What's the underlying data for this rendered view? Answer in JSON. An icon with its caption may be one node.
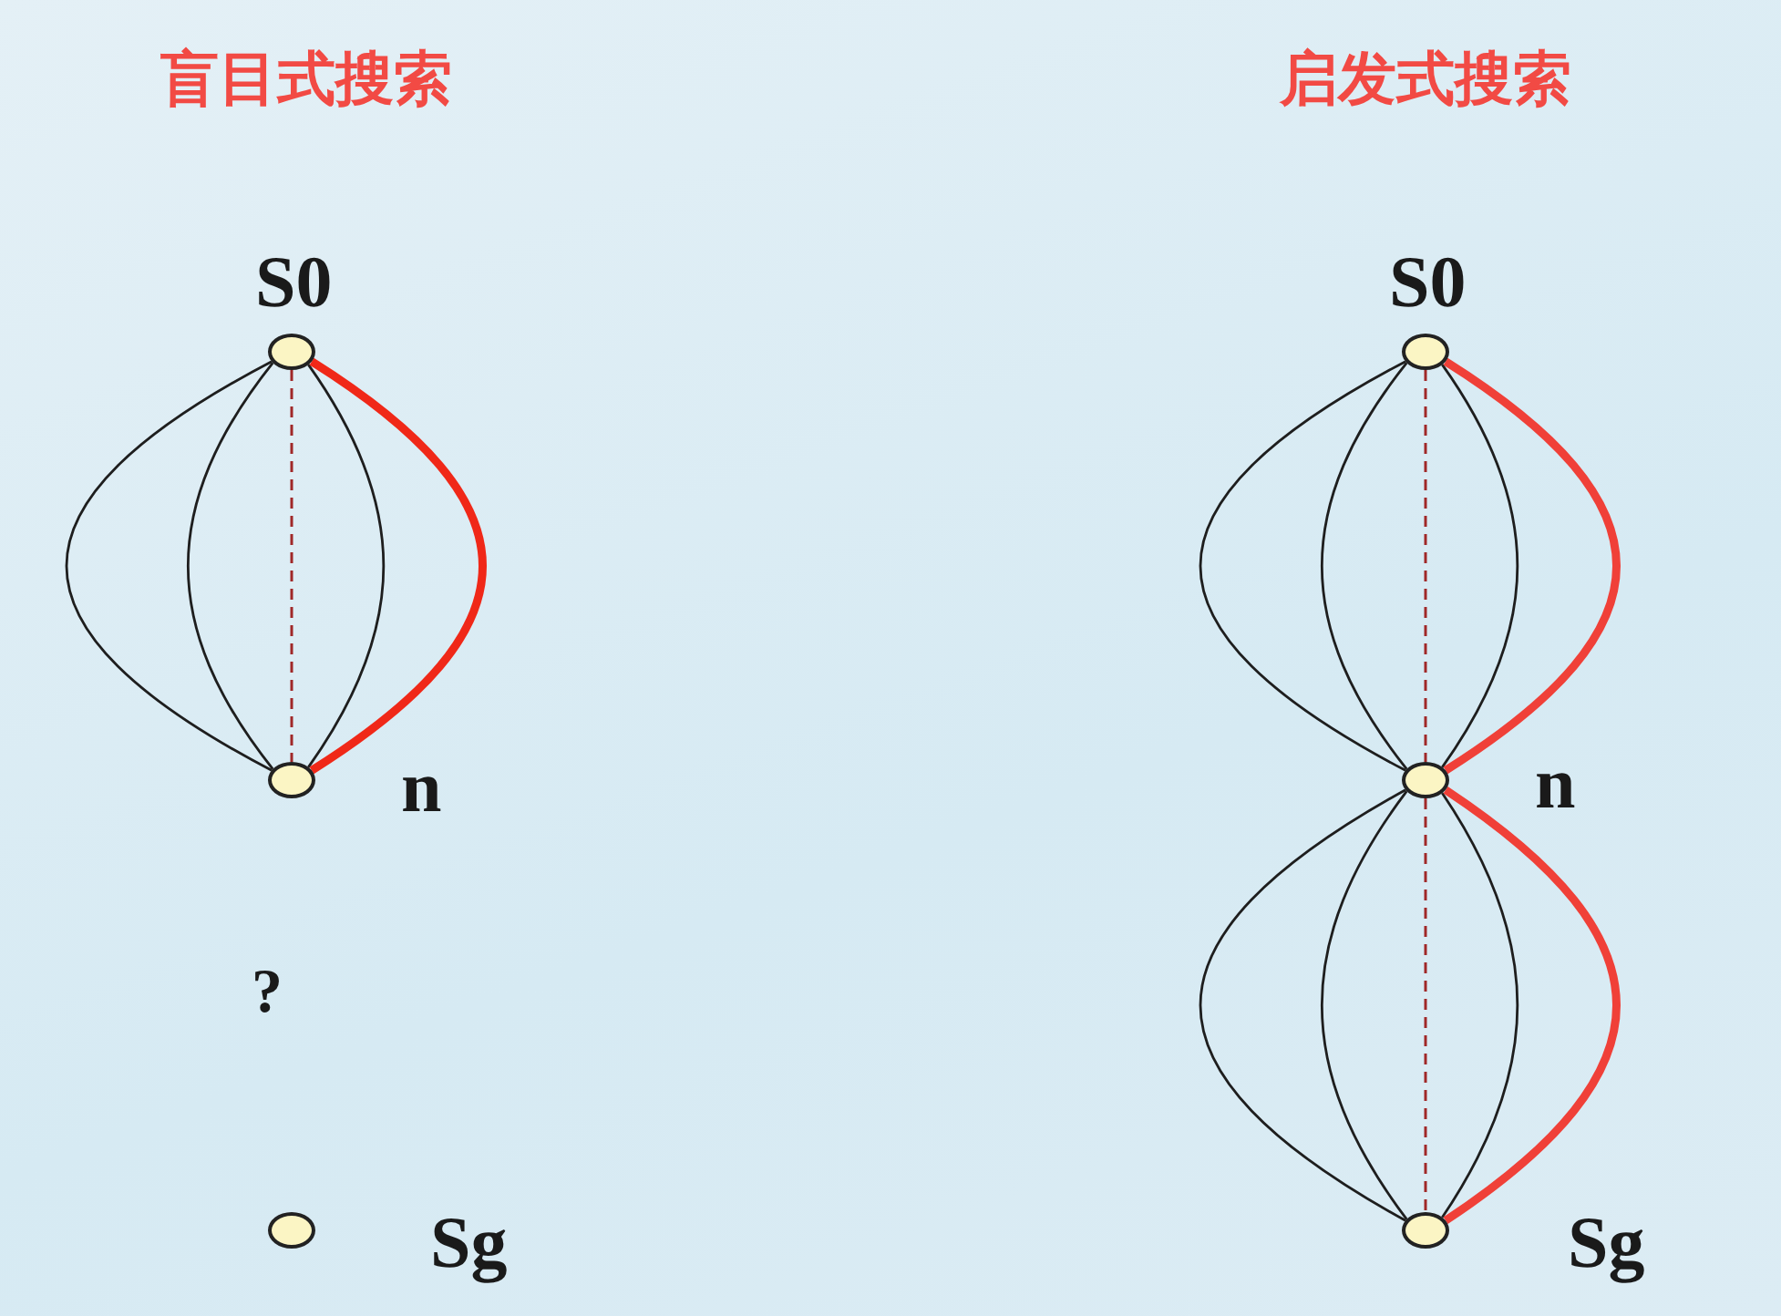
{
  "diagram": {
    "nodes": [
      {
        "text": [],
        "shape": "circle",
        "beside": [
          "S0"
        ]
      },
      {
        "text": [],
        "shape": "circle",
        "beside": [
          "n"
        ]
      },
      {
        "text": [],
        "shape": "circle",
        "beside": [
          "Sg"
        ]
      },
      {
        "text": [],
        "shape": "circle",
        "beside": [
          "S0"
        ]
      },
      {
        "text": [],
        "shape": "circle",
        "beside": [
          "n"
        ]
      },
      {
        "text": [],
        "shape": "circle",
        "beside": [
          "Sg"
        ]
      }
    ],
    "edges": [
      {
        "from": 0,
        "to": 1,
        "arrow": "none"
      },
      {
        "from": 0,
        "to": 1,
        "arrow": "none"
      },
      {
        "from": 0,
        "to": 1,
        "arrow": "none",
        "style": "dashed",
        "color": "#a02828"
      },
      {
        "from": 0,
        "to": 1,
        "arrow": "none"
      },
      {
        "from": 0,
        "to": 1,
        "arrow": "none",
        "style": "thick",
        "color": "#f02818"
      },
      {
        "from": 3,
        "to": 4,
        "arrow": "none"
      },
      {
        "from": 3,
        "to": 4,
        "arrow": "none"
      },
      {
        "from": 3,
        "to": 4,
        "arrow": "none",
        "style": "dashed",
        "color": "#a02828"
      },
      {
        "from": 3,
        "to": 4,
        "arrow": "none"
      },
      {
        "from": 3,
        "to": 4,
        "arrow": "none",
        "style": "thick",
        "color": "#f04038"
      },
      {
        "from": 4,
        "to": 5,
        "arrow": "none"
      },
      {
        "from": 4,
        "to": 5,
        "arrow": "none"
      },
      {
        "from": 4,
        "to": 5,
        "arrow": "none",
        "style": "dashed",
        "color": "#a02828"
      },
      {
        "from": 4,
        "to": 5,
        "arrow": "none"
      },
      {
        "from": 4,
        "to": 5,
        "arrow": "none",
        "style": "thick",
        "color": "#f04038"
      }
    ],
    "labels": [
      "盲目式搜索",
      "启发式搜索",
      "?"
    ]
  }
}
